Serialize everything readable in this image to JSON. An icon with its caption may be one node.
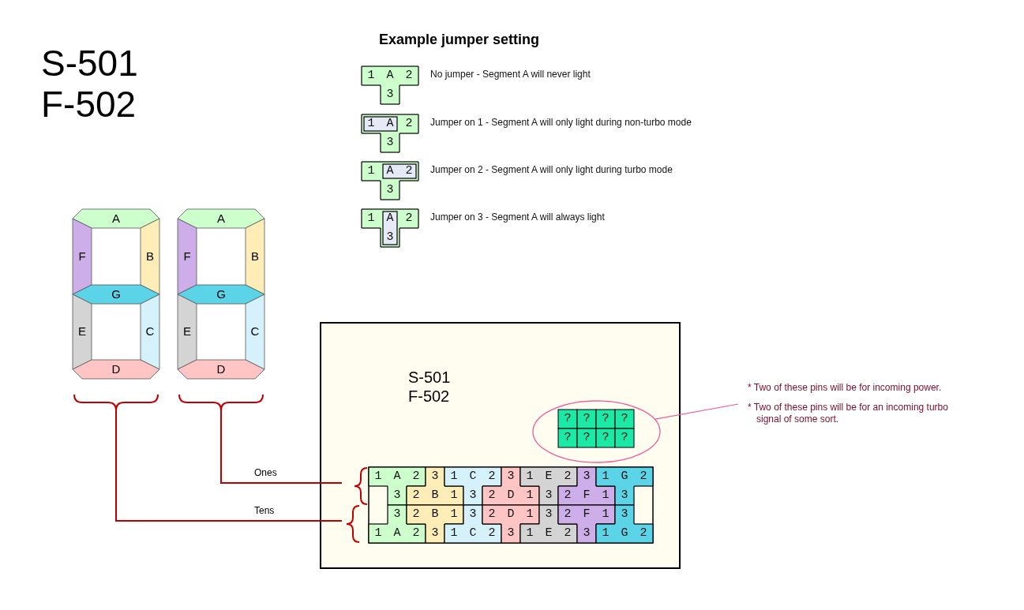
{
  "diagram": {
    "title": "Example jumper setting",
    "nodes": [
      {
        "text": [
          "1",
          "A",
          "2",
          "3"
        ],
        "beside": [
          "No jumper - Segment A will never light"
        ]
      },
      {
        "text": [
          "1",
          "A",
          "2",
          "3"
        ],
        "beside": [
          "Jumper on 1 - Segment A will only light during non-turbo mode"
        ]
      },
      {
        "text": [
          "1",
          "A",
          "2",
          "3"
        ],
        "beside": [
          "Jumper on 2 - Segment A will only light during turbo mode"
        ]
      },
      {
        "text": [
          "1",
          "A",
          "2",
          "3"
        ],
        "beside": [
          "Jumper on 3 - Segment A will always light"
        ]
      },
      {
        "text": [],
        "shape": "digit"
      },
      {
        "text": [
          "A"
        ],
        "in": 4
      },
      {
        "text": [
          "F"
        ],
        "in": 4
      },
      {
        "text": [
          "B"
        ],
        "in": 4
      },
      {
        "text": [
          "G"
        ],
        "in": 4
      },
      {
        "text": [
          "E"
        ],
        "in": 4
      },
      {
        "text": [
          "C"
        ],
        "in": 4
      },
      {
        "text": [
          "D"
        ],
        "in": 4
      },
      {
        "text": [],
        "shape": "digit"
      },
      {
        "text": [
          "A"
        ],
        "in": 12
      },
      {
        "text": [
          "F"
        ],
        "in": 12
      },
      {
        "text": [
          "B"
        ],
        "in": 12
      },
      {
        "text": [
          "G"
        ],
        "in": 12
      },
      {
        "text": [
          "E"
        ],
        "in": 12
      },
      {
        "text": [
          "C"
        ],
        "in": 12
      },
      {
        "text": [
          "D"
        ],
        "in": 12
      },
      {
        "text": [
          "S-501 F-502"
        ]
      },
      {
        "text": [],
        "shape": "circle",
        "in": 20
      },
      {
        "text": [
          "?",
          "?",
          "?",
          "?",
          "?",
          "?",
          "?",
          "?"
        ],
        "in": 21
      },
      {
        "text": [],
        "shape": "box",
        "in": 20
      },
      {
        "text": [
          "1",
          "A",
          "2",
          "3"
        ],
        "in": 23
      },
      {
        "text": [
          "3",
          "2",
          "B",
          "1"
        ],
        "in": 23
      },
      {
        "text": [
          "1",
          "C",
          "2",
          "3"
        ],
        "in": 23
      },
      {
        "text": [
          "3",
          "2",
          "D",
          "1"
        ],
        "in": 23
      },
      {
        "text": [
          "1",
          "E",
          "2",
          "3"
        ],
        "in": 23
      },
      {
        "text": [
          "3",
          "2",
          "F",
          "1"
        ],
        "in": 23
      },
      {
        "text": [
          "1",
          "G",
          "2",
          "3"
        ],
        "in": 23
      },
      {
        "text": [
          "3",
          "1",
          "A",
          "2"
        ],
        "in": 23
      },
      {
        "text": [
          "2",
          "B",
          "1",
          "3"
        ],
        "in": 23
      },
      {
        "text": [
          "3",
          "1",
          "C",
          "2"
        ],
        "in": 23
      },
      {
        "text": [
          "2",
          "D",
          "1",
          "3"
        ],
        "in": 23
      },
      {
        "text": [
          "3",
          "1",
          "E",
          "2"
        ],
        "in": 23
      },
      {
        "text": [
          "2",
          "F",
          "1",
          "3"
        ],
        "in": 23
      },
      {
        "text": [
          "3",
          "1",
          "G",
          "2"
        ],
        "in": 23
      },
      {
        "text": [
          "* Two of these pins will be for incoming power.",
          "* Two of these pins will be for an incoming turbo signal of some sort."
        ]
      }
    ],
    "edges": [
      {
        "from": 4,
        "to": 23,
        "arrow": "none",
        "label": "Tens"
      },
      {
        "from": 12,
        "to": 23,
        "arrow": "none",
        "label": "Ones"
      },
      {
        "from": 38,
        "to": 21,
        "arrow": "none",
        "color": "#ee5da0"
      }
    ],
    "labels": [
      "S-501 F-502"
    ]
  }
}
